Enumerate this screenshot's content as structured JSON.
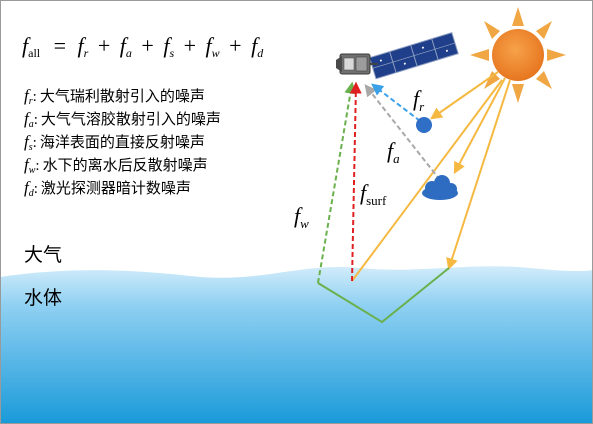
{
  "equation": {
    "lhs_base": "f",
    "lhs_sub": "all",
    "equals": "=",
    "plus": "+",
    "terms": [
      {
        "base": "f",
        "sub": "r"
      },
      {
        "base": "f",
        "sub": "a"
      },
      {
        "base": "f",
        "sub": "s"
      },
      {
        "base": "f",
        "sub": "w"
      },
      {
        "base": "f",
        "sub": "d"
      }
    ]
  },
  "legend": [
    {
      "sym_base": "f",
      "sym_sub": "r",
      "colon": ":",
      "text": "大气瑞利散射引入的噪声"
    },
    {
      "sym_base": "f",
      "sym_sub": "a",
      "colon": ":",
      "text": "大气气溶胶散射引入的噪声"
    },
    {
      "sym_base": "f",
      "sym_sub": "s",
      "colon": ":",
      "text": "海洋表面的直接反射噪声"
    },
    {
      "sym_base": "f",
      "sym_sub": "w",
      "colon": ":",
      "text": "水下的离水后反散射噪声"
    },
    {
      "sym_base": "f",
      "sym_sub": "d",
      "colon": ":",
      "text": "激光探测器暗计数噪声"
    }
  ],
  "zones": {
    "atmosphere": "大气",
    "water": "水体"
  },
  "path_labels": {
    "rayleigh": {
      "base": "f",
      "sub": "r"
    },
    "aerosol": {
      "base": "f",
      "sub": "a"
    },
    "surface": {
      "base": "f",
      "sub": "surf"
    },
    "water": {
      "base": "f",
      "sub": "w"
    }
  },
  "colors": {
    "sun": "#ef8a2f",
    "sun_rays": "#f0a642",
    "sun_path": "#f5b942",
    "rayleigh": "#3aa0e8",
    "aerosol": "#a8a8a8",
    "surface": "#e02020",
    "water": "#6ab04c",
    "particle": "#2f6fc7",
    "cloud": "#2e6cc2",
    "panel": "#1f3f8a",
    "water_top": "#bfe3f7",
    "water_bottom": "#1f9ddc"
  }
}
